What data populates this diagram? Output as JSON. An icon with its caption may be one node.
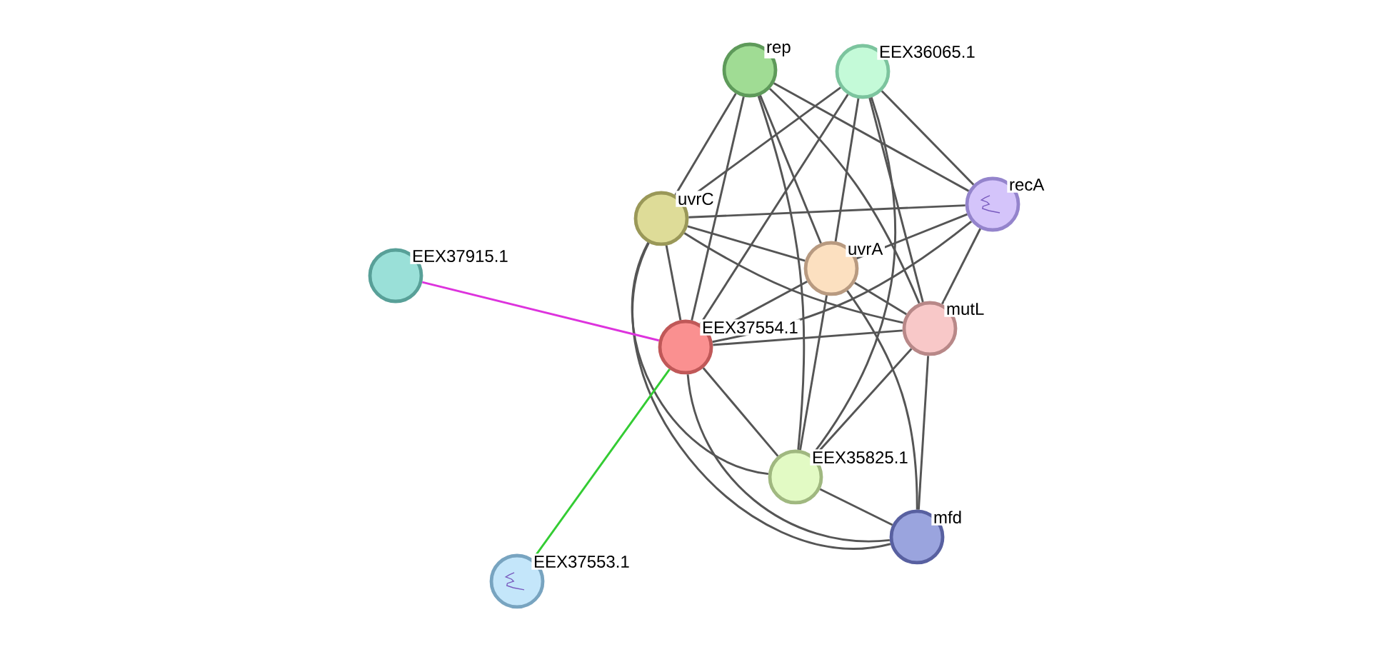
{
  "diagram": {
    "nodes": [
      {
        "text": [
          "rep"
        ]
      },
      {
        "text": [
          "EEX36065.1"
        ]
      },
      {
        "text": [
          "recA"
        ]
      },
      {
        "text": [
          "uvrC"
        ]
      },
      {
        "text": [
          "uvrA"
        ]
      },
      {
        "text": [
          "EEX37915.1"
        ]
      },
      {
        "text": [
          "EEX37554.1"
        ]
      },
      {
        "text": [
          "mutL"
        ]
      },
      {
        "text": [
          "EEX35825.1"
        ]
      },
      {
        "text": [
          "mfd"
        ]
      },
      {
        "text": [
          "EEX37553.1"
        ]
      }
    ],
    "edges": [
      {
        "from": 0,
        "to": 3,
        "arrow": "none"
      },
      {
        "from": 0,
        "to": 4,
        "arrow": "none"
      },
      {
        "from": 0,
        "to": 6,
        "arrow": "none"
      },
      {
        "from": 0,
        "to": 7,
        "arrow": "none"
      },
      {
        "from": 0,
        "to": 2,
        "arrow": "none"
      },
      {
        "from": 0,
        "to": 8,
        "arrow": "none"
      },
      {
        "from": 1,
        "to": 3,
        "arrow": "none"
      },
      {
        "from": 1,
        "to": 4,
        "arrow": "none"
      },
      {
        "from": 1,
        "to": 6,
        "arrow": "none"
      },
      {
        "from": 1,
        "to": 7,
        "arrow": "none"
      },
      {
        "from": 1,
        "to": 2,
        "arrow": "none"
      },
      {
        "from": 1,
        "to": 8,
        "arrow": "none"
      },
      {
        "from": 2,
        "to": 3,
        "arrow": "none"
      },
      {
        "from": 2,
        "to": 4,
        "arrow": "none"
      },
      {
        "from": 2,
        "to": 6,
        "arrow": "none"
      },
      {
        "from": 2,
        "to": 7,
        "arrow": "none"
      },
      {
        "from": 3,
        "to": 4,
        "arrow": "none"
      },
      {
        "from": 3,
        "to": 6,
        "arrow": "none"
      },
      {
        "from": 3,
        "to": 7,
        "arrow": "none"
      },
      {
        "from": 3,
        "to": 8,
        "arrow": "none"
      },
      {
        "from": 3,
        "to": 9,
        "arrow": "none"
      },
      {
        "from": 4,
        "to": 6,
        "arrow": "none"
      },
      {
        "from": 4,
        "to": 7,
        "arrow": "none"
      },
      {
        "from": 4,
        "to": 8,
        "arrow": "none"
      },
      {
        "from": 4,
        "to": 9,
        "arrow": "none"
      },
      {
        "from": 6,
        "to": 7,
        "arrow": "none"
      },
      {
        "from": 6,
        "to": 8,
        "arrow": "none"
      },
      {
        "from": 6,
        "to": 9,
        "arrow": "none"
      },
      {
        "from": 5,
        "to": 6,
        "arrow": "none",
        "color": "#dd33dd"
      },
      {
        "from": 6,
        "to": 10,
        "arrow": "none",
        "color": "#33cc33"
      },
      {
        "from": 7,
        "to": 8,
        "arrow": "none"
      },
      {
        "from": 7,
        "to": 9,
        "arrow": "none"
      },
      {
        "from": 8,
        "to": 9,
        "arrow": "none"
      }
    ]
  }
}
